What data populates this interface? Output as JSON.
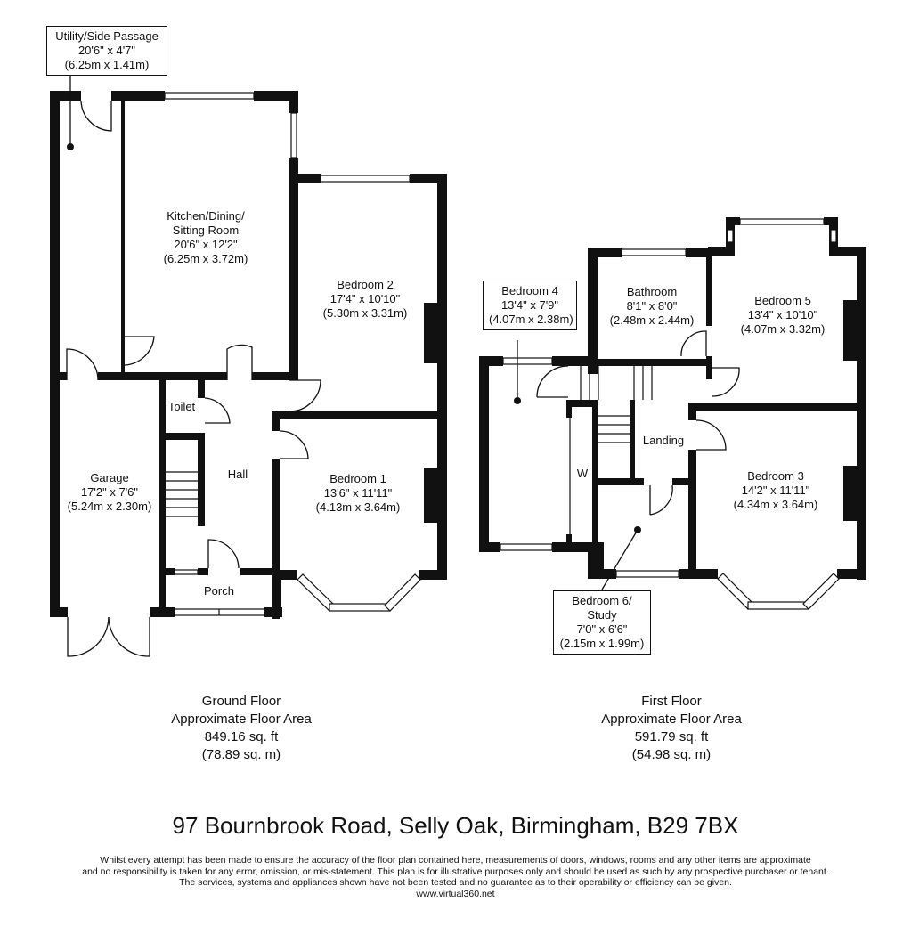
{
  "colors": {
    "wall": "#111111",
    "background": "#ffffff",
    "text": "#111111"
  },
  "ground_floor": {
    "rooms": [
      {
        "name": "Utility/Side Passage",
        "imperial": "20'6\" x 4'7\"",
        "metric": "(6.25m x 1.41m)"
      },
      {
        "name_line1": "Kitchen/Dining/",
        "name_line2": "Sitting Room",
        "imperial": "20'6\" x 12'2\"",
        "metric": "(6.25m x 3.72m)"
      },
      {
        "name": "Bedroom 2",
        "imperial": "17'4\" x 10'10\"",
        "metric": "(5.30m x 3.31m)"
      },
      {
        "name": "Toilet"
      },
      {
        "name": "Hall"
      },
      {
        "name": "Garage",
        "imperial": "17'2\" x 7'6\"",
        "metric": "(5.24m x 2.30m)"
      },
      {
        "name": "Bedroom 1",
        "imperial": "13'6\" x 11'11\"",
        "metric": "(4.13m x 3.64m)"
      },
      {
        "name": "Porch"
      }
    ],
    "summary": {
      "title": "Ground Floor",
      "subtitle": "Approximate Floor Area",
      "sqft": "849.16 sq. ft",
      "sqm": "(78.89 sq. m)"
    }
  },
  "first_floor": {
    "rooms": [
      {
        "name": "Bedroom 4",
        "imperial": "13'4\" x 7'9\"",
        "metric": "(4.07m x 2.38m)"
      },
      {
        "name": "Bathroom",
        "imperial": "8'1\" x 8'0\"",
        "metric": "(2.48m x 2.44m)"
      },
      {
        "name": "Bedroom 5",
        "imperial": "13'4\" x 10'10\"",
        "metric": "(4.07m x 3.32m)"
      },
      {
        "name": "Landing"
      },
      {
        "name": "W"
      },
      {
        "name": "Bedroom 3",
        "imperial": "14'2\" x 11'11\"",
        "metric": "(4.34m x 3.64m)"
      },
      {
        "name_line1": "Bedroom 6/",
        "name_line2": "Study",
        "imperial": "7'0\" x 6'6\"",
        "metric": "(2.15m x 1.99m)"
      }
    ],
    "summary": {
      "title": "First Floor",
      "subtitle": "Approximate Floor Area",
      "sqft": "591.79 sq. ft",
      "sqm": "(54.98 sq. m)"
    }
  },
  "address": "97 Bournbrook Road, Selly Oak, Birmingham, B29 7BX",
  "disclaimer": {
    "line1": "Whilst every attempt has been made to ensure the accuracy of the floor plan contained here, measurements of doors, windows, rooms and any other items are approximate",
    "line2": "and no responsibility is taken for any error, omission, or mis-statement. This plan is for illustrative purposes only and should be used as such by any prospective purchaser or tenant.",
    "line3": "The services, systems and appliances shown have not been tested and no guarantee as to their operability or efficiency can be given.",
    "website": "www.virtual360.net"
  }
}
